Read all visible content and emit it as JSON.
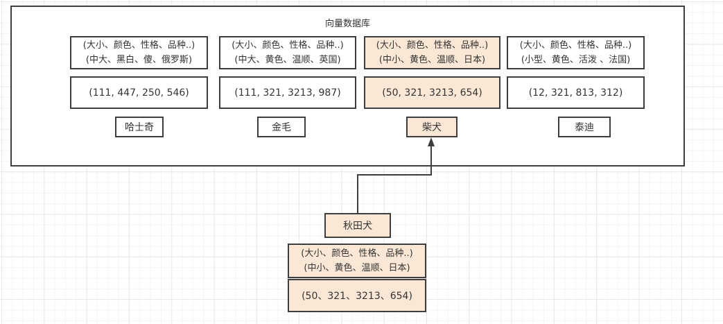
{
  "diagram": {
    "title": "向量数据库",
    "entries": [
      {
        "attributes_header": "(大小、颜色、性格、品种..)",
        "attributes_values": "(中大、黑白、傻、俄罗斯)",
        "vector": "(111, 447, 250, 546)",
        "name": "哈士奇",
        "highlighted": false
      },
      {
        "attributes_header": "(大小、颜色、性格、品种..)",
        "attributes_values": "(中大、黄色、温顺、英国)",
        "vector": "(111, 321, 3213, 987)",
        "name": "金毛",
        "highlighted": false
      },
      {
        "attributes_header": "(大小、颜色、性格、品种..)",
        "attributes_values": "(中小、黄色、温顺、日本)",
        "vector": "(50, 321, 3213, 654)",
        "name": "柴犬",
        "highlighted": true
      },
      {
        "attributes_header": "(大小、颜色、性格、品种..)",
        "attributes_values": "(小型、黄色、活泼 、法国)",
        "vector": "(12, 321, 813, 312)",
        "name": "泰迪",
        "highlighted": false
      }
    ],
    "query": {
      "name": "秋田犬",
      "attributes_header": "(大小、颜色、性格、品种..)",
      "attributes_values": "(中小、黄色、温顺、日本)",
      "vector": "(50、321、3213、654)",
      "highlighted": true,
      "arrow_target": "柴犬"
    },
    "colors": {
      "highlight_fill": "#fbe7d5",
      "box_fill": "#ffffff",
      "stroke": "#3d3d3d"
    }
  }
}
